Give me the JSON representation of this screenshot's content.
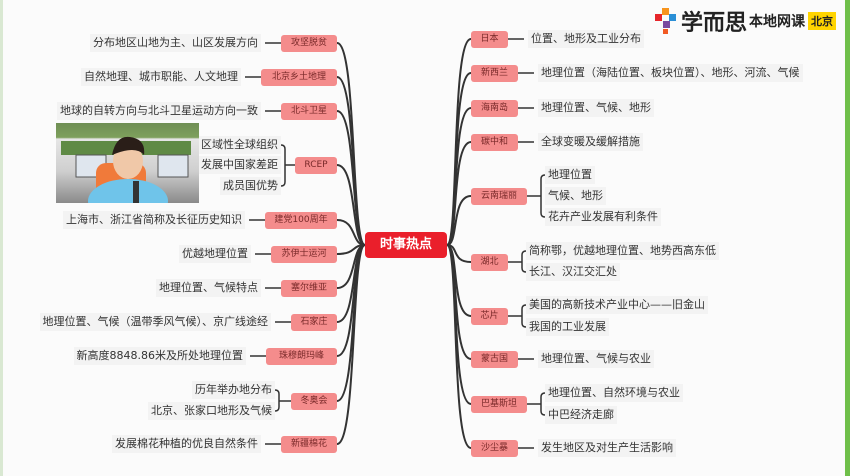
{
  "center": {
    "label": "时事热点"
  },
  "colors": {
    "center": "#ea1f2b",
    "node": "#f48c8c",
    "line": "#333333",
    "frame": "#6fbf4a"
  },
  "logo": {
    "brand": "学而思",
    "sub": "本地网课",
    "city": "北京"
  },
  "left_branches": [
    {
      "label": "攻坚脱贫",
      "leaves": [
        "分布地区山地为主、山区发展方向"
      ]
    },
    {
      "label": "北京乡土地理",
      "leaves": [
        "自然地理、城市职能、人文地理"
      ]
    },
    {
      "label": "北斗卫星",
      "leaves": [
        "地球的自转方向与北斗卫星运动方向一致"
      ]
    },
    {
      "label": "RCEP",
      "leaves": [
        "区域性全球组织",
        "发展中国家差距",
        "成员国优势"
      ]
    },
    {
      "label": "建党100周年",
      "leaves": [
        "上海市、浙江省简称及长征历史知识"
      ]
    },
    {
      "label": "苏伊士运河",
      "leaves": [
        "优越地理位置"
      ]
    },
    {
      "label": "塞尔维亚",
      "leaves": [
        "地理位置、气候特点"
      ]
    },
    {
      "label": "石家庄",
      "leaves": [
        "地理位置、气候（温带季风气候）、京广线途经"
      ]
    },
    {
      "label": "珠穆朗玛峰",
      "leaves": [
        "新高度8848.86米及所处地理位置"
      ]
    },
    {
      "label": "冬奥会",
      "leaves": [
        "历年举办地分布",
        "北京、张家口地形及气候"
      ]
    },
    {
      "label": "新疆棉花",
      "leaves": [
        "发展棉花种植的优良自然条件"
      ]
    }
  ],
  "right_branches": [
    {
      "label": "日本",
      "leaves": [
        "位置、地形及工业分布"
      ]
    },
    {
      "label": "新西兰",
      "leaves": [
        "地理位置（海陆位置、板块位置）、地形、河流、气候"
      ]
    },
    {
      "label": "海南岛",
      "leaves": [
        "地理位置、气候、地形"
      ]
    },
    {
      "label": "碳中和",
      "leaves": [
        "全球变暖及缓解措施"
      ]
    },
    {
      "label": "云南瑞丽",
      "leaves": [
        "地理位置",
        "气候、地形",
        "花卉产业发展有利条件"
      ]
    },
    {
      "label": "湖北",
      "leaves": [
        "简称鄂，优越地理位置、地势西高东低",
        "长江、汉江交汇处"
      ]
    },
    {
      "label": "芯片",
      "leaves": [
        "美国的高新技术产业中心——旧金山",
        "我国的工业发展"
      ]
    },
    {
      "label": "蒙古国",
      "leaves": [
        "地理位置、气候与农业"
      ]
    },
    {
      "label": "巴基斯坦",
      "leaves": [
        "地理位置、自然环境与农业",
        "中巴经济走廊"
      ]
    },
    {
      "label": "沙尘暴",
      "leaves": [
        "发生地区及对生产生活影响"
      ]
    }
  ]
}
